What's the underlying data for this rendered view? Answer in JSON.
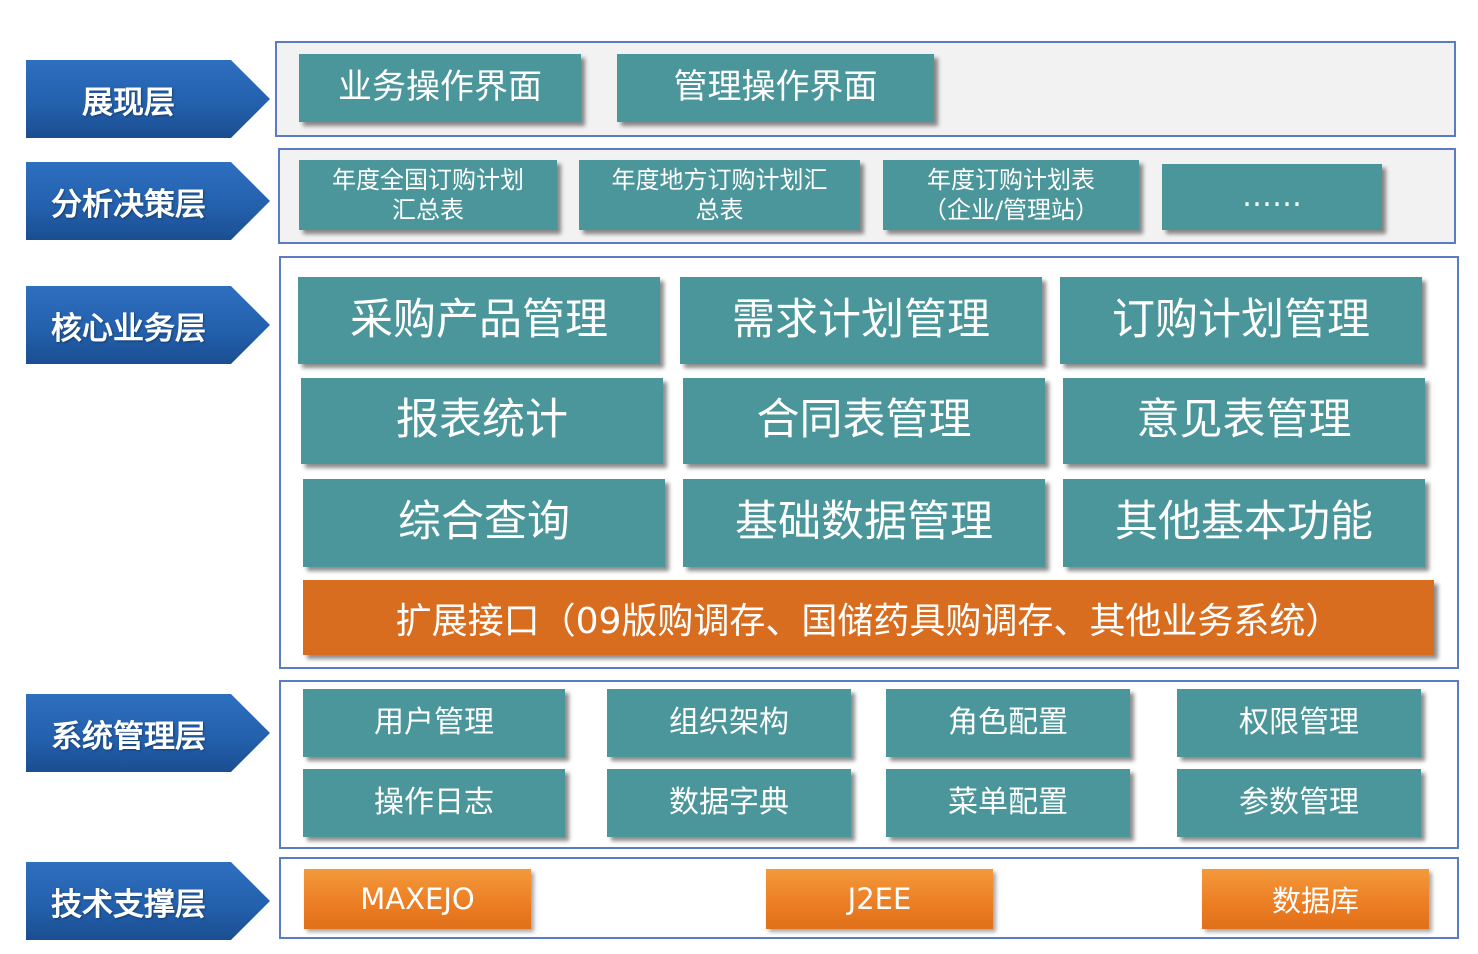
{
  "layers": {
    "presentation": "展现层",
    "analysis": "分析决策层",
    "core": "核心业务层",
    "system": "系统管理层",
    "tech": "技术支撑层"
  },
  "presentation": {
    "items": [
      "业务操作界面",
      "管理操作界面"
    ]
  },
  "analysis": {
    "items": [
      "年度全国订购计划\n汇总表",
      "年度地方订购计划汇\n总表",
      "年度订购计划表\n（企业/管理站）",
      "……"
    ]
  },
  "core": {
    "items": [
      "采购产品管理",
      "需求计划管理",
      "订购计划管理",
      "报表统计",
      "合同表管理",
      "意见表管理",
      "综合查询",
      "基础数据管理",
      "其他基本功能"
    ],
    "extension": "扩展接口（09版购调存、国储药具购调存、其他业务系统）"
  },
  "system": {
    "items": [
      "用户管理",
      "组织架构",
      "角色配置",
      "权限管理",
      "操作日志",
      "数据字典",
      "菜单配置",
      "参数管理"
    ]
  },
  "tech": {
    "items": [
      "MAXEJO",
      "J2EE",
      "数据库"
    ]
  },
  "colors": {
    "layer_arrow": "#2461ad",
    "module_box": "#4a969b",
    "extension": "#d96d1f",
    "tech_box": "#ec7d23",
    "panel_border": "#5b7cc2"
  }
}
